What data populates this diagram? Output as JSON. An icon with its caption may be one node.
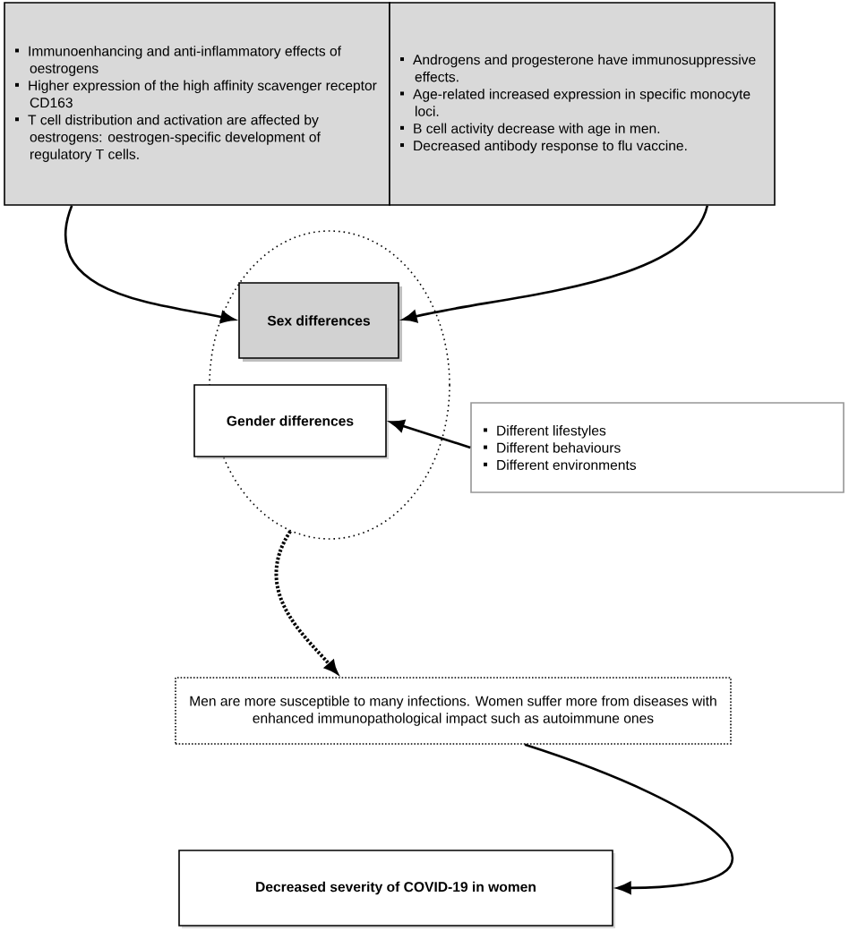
{
  "diagram": {
    "nodes": [
      {
        "text": [
          "Immunoenhancing and anti-inflammatory effects of oestrogens",
          "Higher expression of the high affinity scavenger receptor CD163",
          "T cell distribution and activation are affected by oestrogens: oestrogen-specific development of regulatory T cells."
        ]
      },
      {
        "text": [
          "Androgens and progesterone have immunosuppressive effects.",
          "Age-related increased expression  in specific monocyte loci.",
          "B cell activity decrease with age in men.",
          "Decreased antibody response to flu vaccine."
        ]
      },
      {
        "text": [],
        "shape": "circle"
      },
      {
        "text": [
          "Sex differences"
        ],
        "in": 2
      },
      {
        "text": [
          "Gender differences"
        ],
        "in": 2
      },
      {
        "text": [
          "Different lifestyles",
          "Different behaviours",
          "Different environments"
        ]
      },
      {
        "text": [
          "Men are more susceptible to many infections. Women suffer more from diseases with enhanced immunopathological impact such as autoimmune ones"
        ]
      },
      {
        "text": [
          "Decreased severity of COVID-19 in women"
        ]
      }
    ],
    "edges": [
      {
        "from": 0,
        "to": 3,
        "arrow": "to"
      },
      {
        "from": 1,
        "to": 3,
        "arrow": "to"
      },
      {
        "from": 5,
        "to": 4,
        "arrow": "to"
      },
      {
        "from": 2,
        "to": 6,
        "arrow": "to",
        "style": "dashed"
      },
      {
        "from": 6,
        "to": 7,
        "arrow": "to"
      }
    ]
  }
}
